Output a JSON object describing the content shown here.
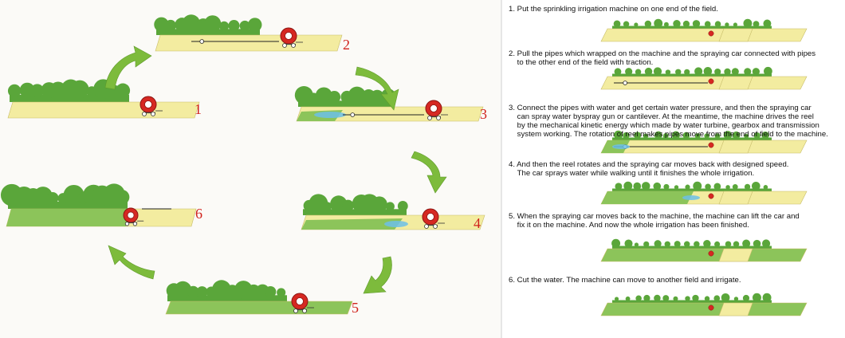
{
  "stages": [
    {
      "number": "1"
    },
    {
      "number": "2"
    },
    {
      "number": "3"
    },
    {
      "number": "4"
    },
    {
      "number": "5"
    },
    {
      "number": "6"
    }
  ],
  "steps": [
    {
      "text": "1. Put the sprinkling irrigation machine on one end of the field."
    },
    {
      "text": "2. Pull the pipes which wrapped on the machine and the spraying car connected with pipes\n    to the other end of the field with traction."
    },
    {
      "text": "3. Connect the pipes with water and get certain water pressure, and then the spraying car\n    can spray water byspray gun or cantilever. At the meantime, the machine drives the reel\n    by the mechanical kinetic energy which made by water turbine, gearbox and transmission\n    system working. The rotation of reel makes pipes move from the end of field to the machine."
    },
    {
      "text": "4. And then the reel rotates and the spraying car moves back with designed speed.\n    The car sprays water while walking until it finishes the whole irrigation."
    },
    {
      "text": "5. When the spraying car moves back to the machine, the machine can lift the car and\n    fix it on the machine. And now the whole irrigation has been finished."
    },
    {
      "text": "6. Cut the water. The machine can move to another field and irrigate."
    }
  ],
  "colors": {
    "field_dry": "#f3eca0",
    "field_irrigated": "#8cc45a",
    "field_dark_green": "#6fb043",
    "tree": "#5aa63a",
    "arrow": "#7dbb3c",
    "reel": "#d62822",
    "label_red": "#d0211b",
    "water": "#6cc0e8"
  }
}
